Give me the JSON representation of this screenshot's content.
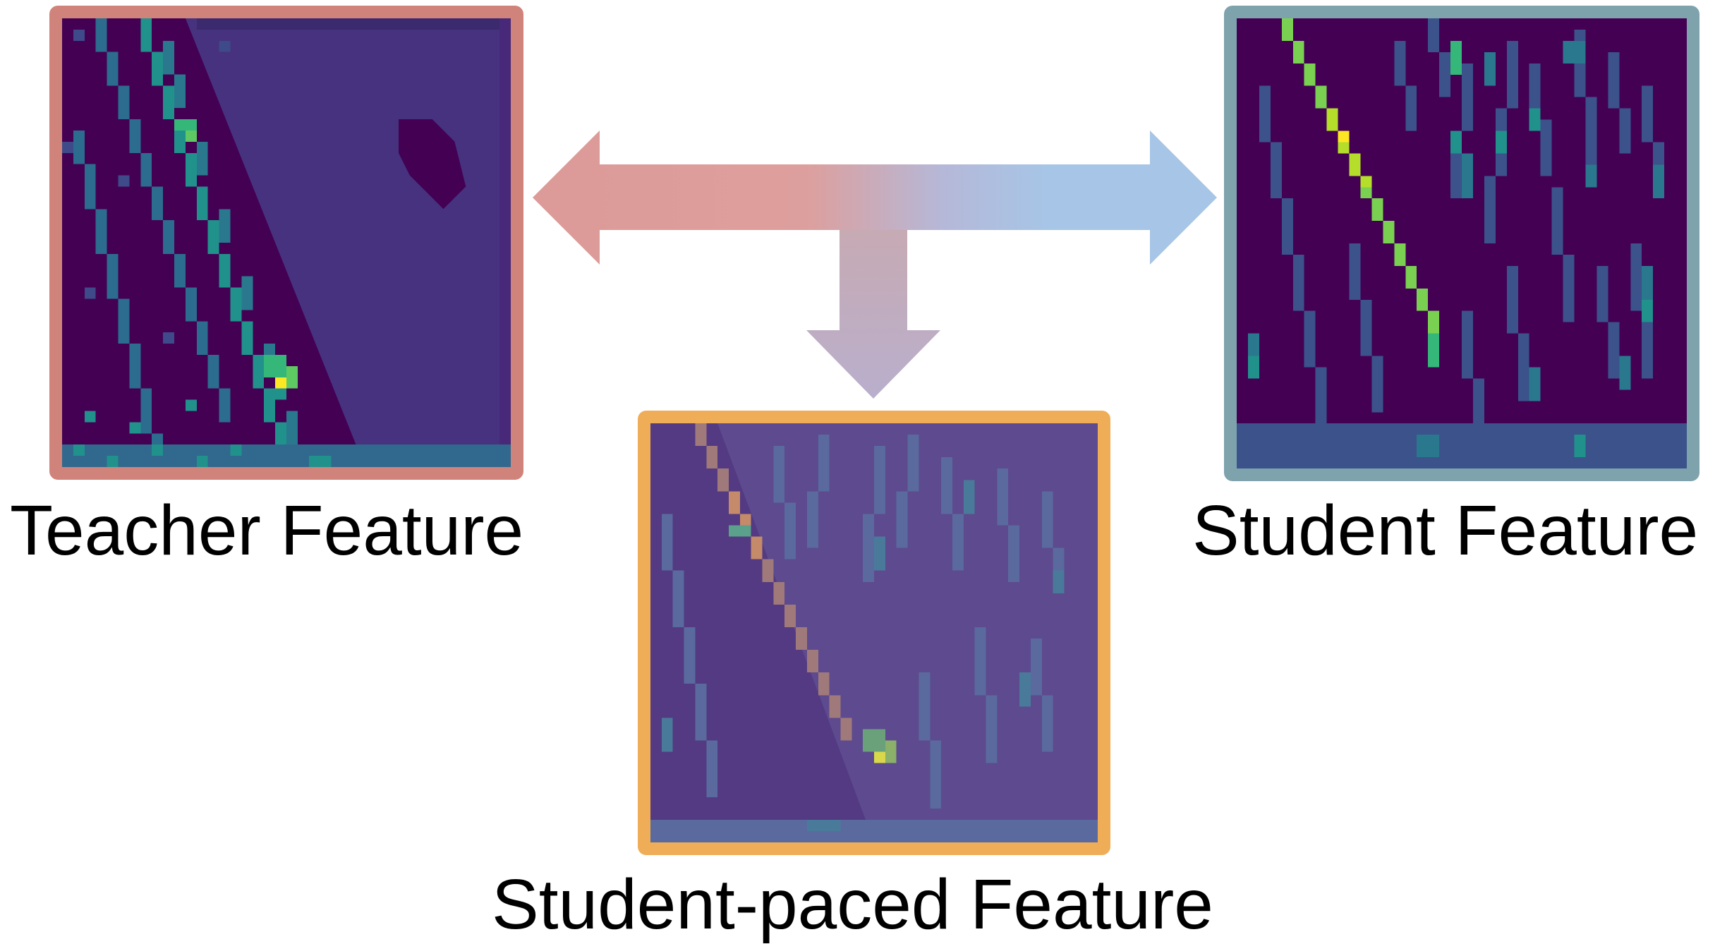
{
  "captions": {
    "teacher": "Teacher Feature",
    "student": "Student Feature",
    "paced": "Student-paced Feature"
  },
  "colors": {
    "teacher_border": "#d0837a",
    "student_border": "#7fa3ad",
    "paced_border": "#f0ad57",
    "arrow_left": "#dc9a98",
    "arrow_right": "#a7c5e6",
    "arrow_down": "#c0a9c1",
    "viridis_dark": "#440154",
    "viridis_bg": "#46327e",
    "viridis_mid": "#21918c",
    "viridis_light": "#5ec962",
    "viridis_bright": "#fde725"
  },
  "icons": {
    "arrow": "double-headed-arrow-with-down-branch"
  }
}
